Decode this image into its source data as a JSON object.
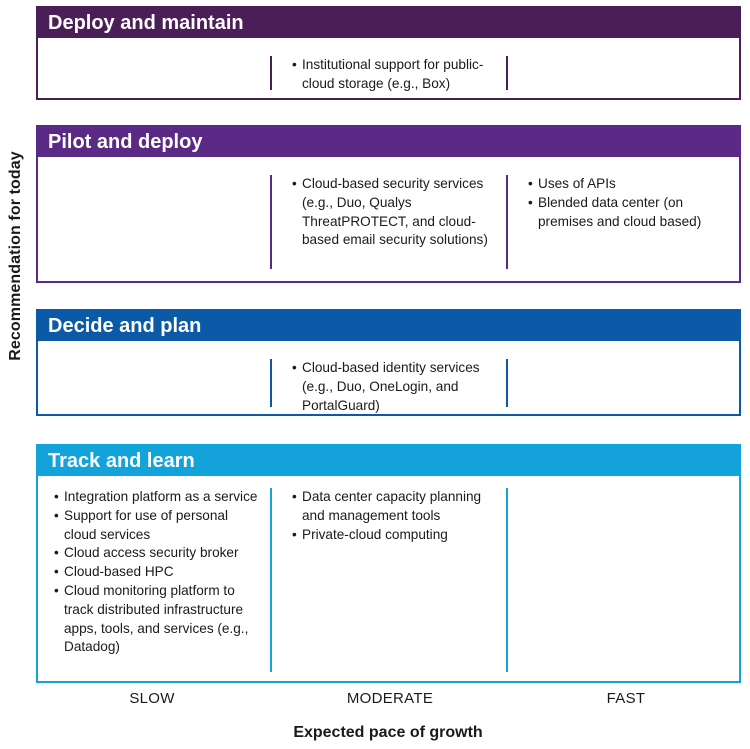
{
  "y_axis_label": "Recommendation for today",
  "x_axis_title": "Expected pace of growth",
  "x_labels": {
    "slow": "SLOW",
    "moderate": "MODERATE",
    "fast": "FAST"
  },
  "colors": {
    "deploy_maintain": "#4a1e57",
    "pilot_deploy": "#5b2a86",
    "decide_plan": "#0b5aa8",
    "track_learn": "#13a2da"
  },
  "bands": {
    "deploy_maintain": {
      "title": "Deploy and maintain",
      "moderate": [
        "Institutional support for public-cloud storage (e.g., Box)"
      ]
    },
    "pilot_deploy": {
      "title": "Pilot and deploy",
      "moderate": [
        "Cloud-based security services (e.g., Duo, Qualys ThreatPROTECT, and cloud-based email security solutions)"
      ],
      "fast": [
        "Uses of APIs",
        "Blended data center (on premises and cloud based)"
      ]
    },
    "decide_plan": {
      "title": "Decide and plan",
      "moderate": [
        "Cloud-based identity services (e.g., Duo, OneLogin, and PortalGuard)"
      ]
    },
    "track_learn": {
      "title": "Track and learn",
      "slow": [
        "Integration platform as a service",
        "Support for use of personal cloud services",
        "Cloud access security broker",
        "Cloud-based HPC",
        "Cloud monitoring platform to track distributed infrastructure apps, tools, and services (e.g., Datadog)"
      ],
      "moderate": [
        "Data center capacity planning and management tools",
        "Private-cloud computing"
      ]
    }
  }
}
